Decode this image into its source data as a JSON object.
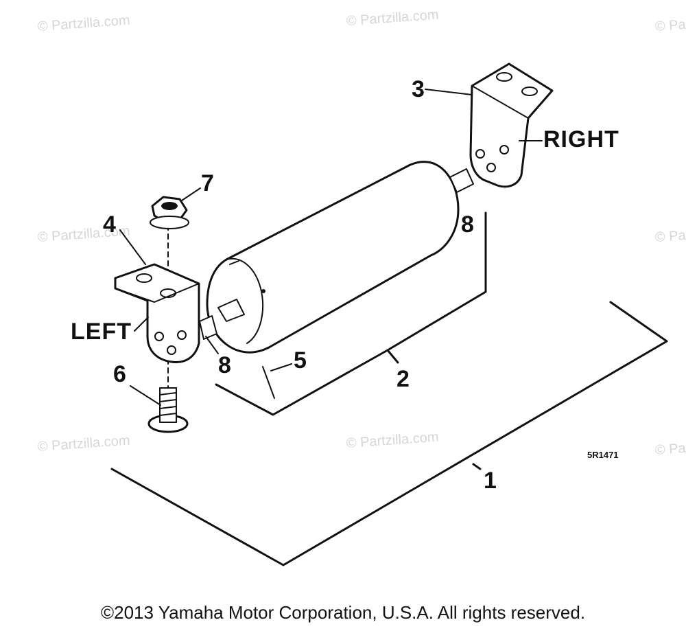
{
  "callouts": {
    "c1": "1",
    "c2": "2",
    "c3": "3",
    "c4": "4",
    "c5": "5",
    "c6": "6",
    "c7": "7",
    "c8a": "8",
    "c8b": "8"
  },
  "labels": {
    "right": "RIGHT",
    "left": "LEFT"
  },
  "drawing_code": "5R1471",
  "watermark": "© Partzilla.com",
  "footer": "©2013 Yamaha Motor Corporation, U.S.A. All rights reserved."
}
